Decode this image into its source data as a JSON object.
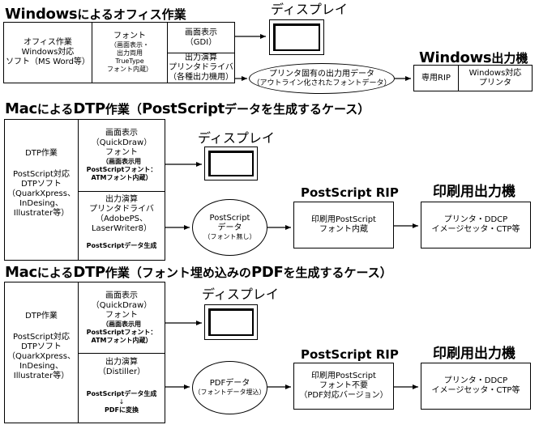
{
  "sec1": {
    "title_en": "Windows",
    "title_jp": "によるオフィス作業",
    "app": [
      "オフィス作業",
      "Windows対応",
      "ソフト（MS Word等）"
    ],
    "font_title": "フォント",
    "font_sub": [
      "（画面表示・",
      "出力両用",
      "TrueType",
      "フォント内蔵）"
    ],
    "screen": [
      "画面表示",
      "（GDI）"
    ],
    "output": [
      "出力演算",
      "プリンタドライバ",
      "（各種出力機用）"
    ],
    "display_label": "ディスプレイ",
    "data_ellipse": [
      "プリンタ固有の出力用データ",
      "（アウトライン化されたフォントデータ）"
    ],
    "device_title_en": "Windows",
    "device_title_jp": "出力機",
    "rip": "専用RIP",
    "printer": [
      "Windows対応",
      "プリンタ"
    ]
  },
  "sec2": {
    "title_a": "Mac",
    "title_b": "による",
    "title_c": "DTP",
    "title_d": "作業（",
    "title_e": "PostScript",
    "title_f": "データを生成するケース）",
    "app_top": "DTP作業",
    "app": [
      "PostScript対応",
      "DTPソフト",
      "（QuarkXpress、",
      "InDesing、",
      "Illustrater等）"
    ],
    "screen": [
      "画面表示",
      "（QuickDraw）",
      "フォント"
    ],
    "screen_sub": [
      "（画面表示用",
      "PostScriptフォント：",
      "ATMフォント内蔵）"
    ],
    "output": [
      "出力演算",
      "プリンタドライバ",
      "（AdobePS、",
      "LaserWriter8）"
    ],
    "output_note": "PostScriptデータ生成",
    "display_label": "ディスプレイ",
    "ellipse_main": [
      "PostScript",
      "データ"
    ],
    "ellipse_sub": "（フォント無し）",
    "rip_header": "PostScript RIP",
    "rip": [
      "印刷用PostScript",
      "フォント内蔵"
    ],
    "device_header": "印刷用出力機",
    "device": [
      "プリンタ・DDCP",
      "イメージセッタ・CTP等"
    ]
  },
  "sec3": {
    "title_a": "Mac",
    "title_b": "による",
    "title_c": "DTP",
    "title_d": "作業（フォント埋め込みの",
    "title_e": "PDF",
    "title_f": "を生成するケース）",
    "app_top": "DTP作業",
    "app": [
      "PostScript対応",
      "DTPソフト",
      "（QuarkXpress、",
      "InDesing、",
      "Illustrater等）"
    ],
    "screen": [
      "画面表示",
      "（QuickDraw）",
      "フォント"
    ],
    "screen_sub": [
      "（画面表示用",
      "PostScriptフォント：",
      "ATMフォント内蔵）"
    ],
    "output": [
      "出力演算",
      "（Distiller）"
    ],
    "output_note1": "PostScriptデータ生成",
    "output_arrow": "↓",
    "output_note2": "PDFに変換",
    "display_label": "ディスプレイ",
    "ellipse_main": "PDFデータ",
    "ellipse_sub": "（フォントデータ埋込）",
    "rip_header": "PostScript RIP",
    "rip": [
      "印刷用PostScript",
      "フォント不要",
      "（PDF対応バージョン）"
    ],
    "device_header": "印刷用出力機",
    "device": [
      "プリンタ・DDCP",
      "イメージセッタ・CTP等"
    ]
  }
}
